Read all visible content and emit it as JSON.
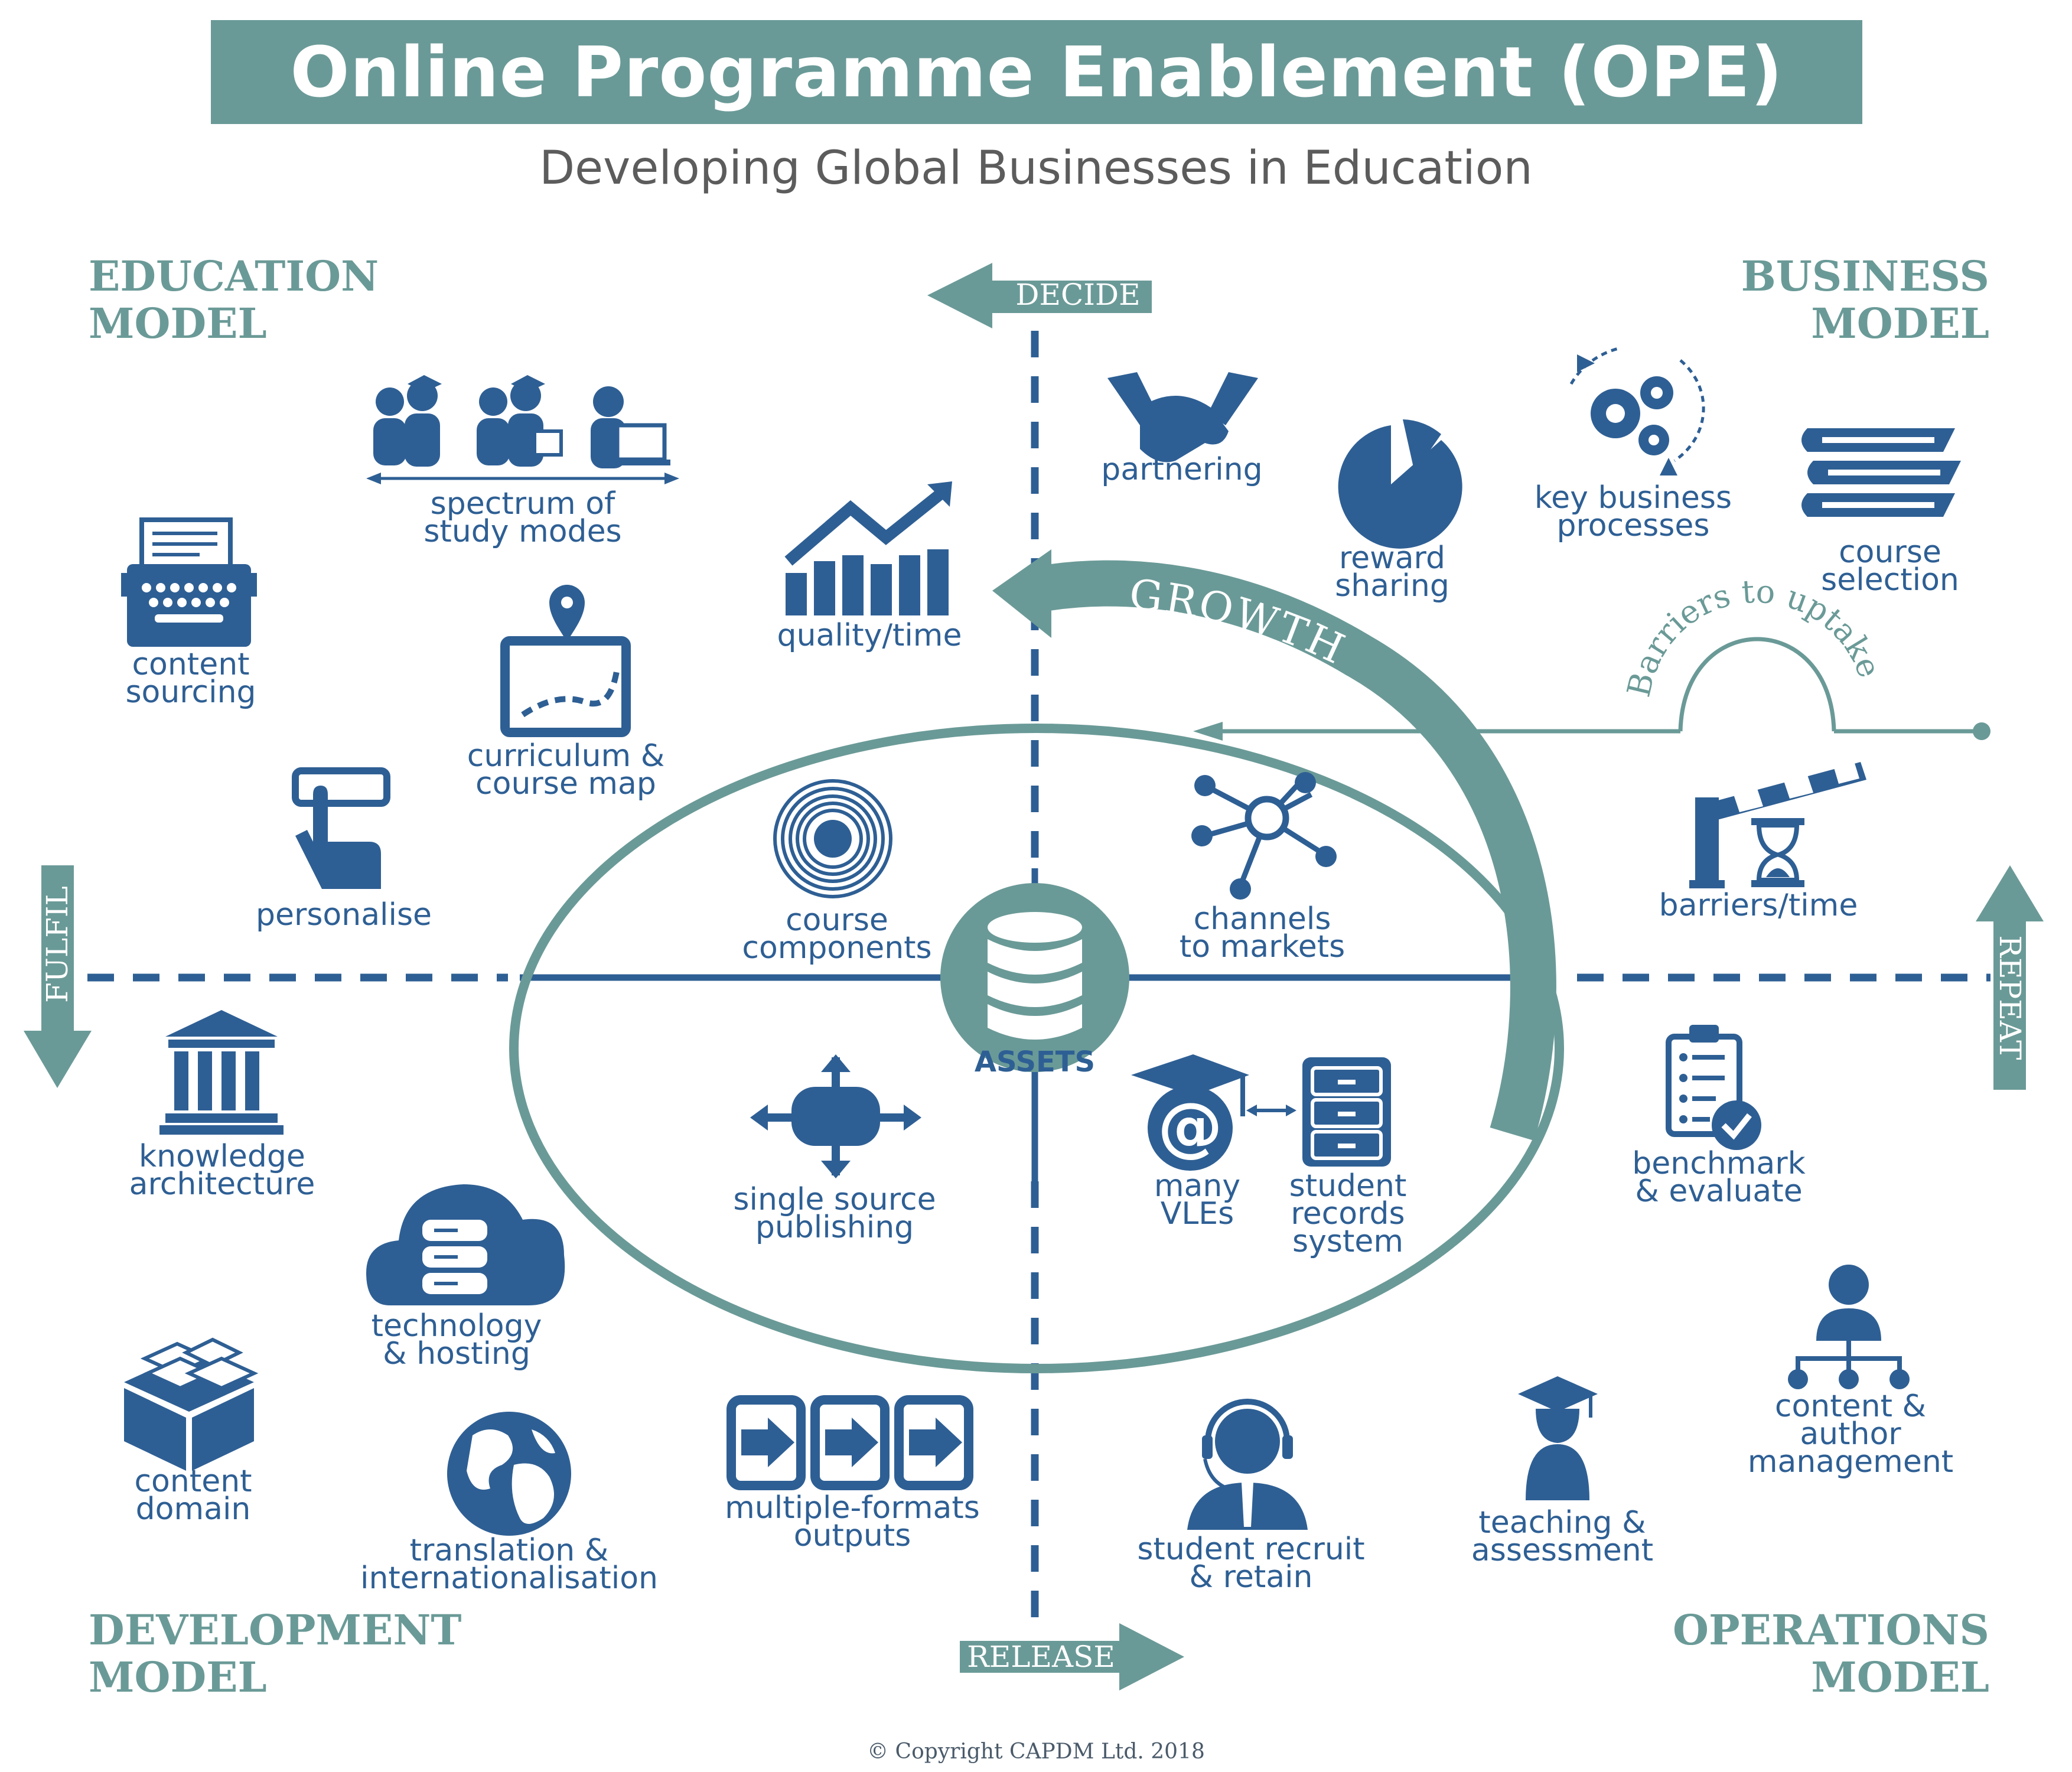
{
  "title": "Online Programme Enablement (OPE)",
  "subtitle": "Developing Global Businesses in Education",
  "copyright": "© Copyright CAPDM Ltd. 2018",
  "colors": {
    "teal": "#6a9a97",
    "blue": "#2e5f94",
    "navy": "#2b4a78"
  },
  "quadrants": {
    "education": "EDUCATION\nMODEL",
    "business": "BUSINESS\nMODEL",
    "development": "DEVELOPMENT\nMODEL",
    "operations": "OPERATIONS\nMODEL"
  },
  "axes": {
    "decide": "DECIDE",
    "release": "RELEASE",
    "fulfil": "FULFIL",
    "repeat": "REPEAT"
  },
  "flow": {
    "growth": "GROWTH",
    "barriers": "Barriers to uptake"
  },
  "center": {
    "assets": "ASSETS"
  },
  "items": {
    "spectrum": "spectrum of\nstudy modes",
    "content_sourcing": "content\nsourcing",
    "quality_time": "quality/time",
    "curriculum": "curriculum &\ncourse map",
    "personalise": "personalise",
    "course_components": "course\ncomponents",
    "partnering": "partnering",
    "reward_sharing": "reward\nsharing",
    "key_business": "key business\nprocesses",
    "course_selection": "course\nselection",
    "channels": "channels\nto markets",
    "barriers_time": "barriers/time",
    "knowledge_arch": "knowledge\narchitecture",
    "single_source": "single source\npublishing",
    "technology": "technology\n& hosting",
    "content_domain": "content\ndomain",
    "translation": "translation &\ninternationalisation",
    "multiple_formats": "multiple-formats\noutputs",
    "many_vles": "many\nVLEs",
    "student_records": "student\nrecords\nsystem",
    "benchmark": "benchmark\n& evaluate",
    "content_author": "content & author\nmanagement",
    "teaching": "teaching &\nassessment",
    "student_recruit": "student recruit\n& retain"
  }
}
